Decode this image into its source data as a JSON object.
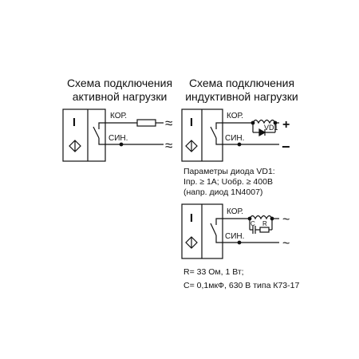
{
  "titles": {
    "active_line1": "Схема подключения",
    "active_line2": "активной нагрузки",
    "inductive_line1": "Схема подключения",
    "inductive_line2": "индуктивной нагрузки"
  },
  "wires": {
    "brown": "КОР.",
    "blue": "СИН."
  },
  "sensor_symbol": "I",
  "symbols": {
    "ac": "≈",
    "plus": "+",
    "minus": "−",
    "tilde": "~"
  },
  "labels": {
    "diode": "VD1",
    "resistor": "R",
    "capacitor": "C"
  },
  "diode_params": {
    "line1": "Параметры диода VD1:",
    "line2": "Iпр. ≥ 1А; Uобр. ≥ 400В",
    "line3": "(напр. диод 1N4007)"
  },
  "rc_params": {
    "line1": "R= 33 Ом, 1 Вт;",
    "line2": "С= 0,1мкФ, 630 В типа К73-17"
  },
  "colors": {
    "line": "#111111",
    "background": "#ffffff"
  }
}
